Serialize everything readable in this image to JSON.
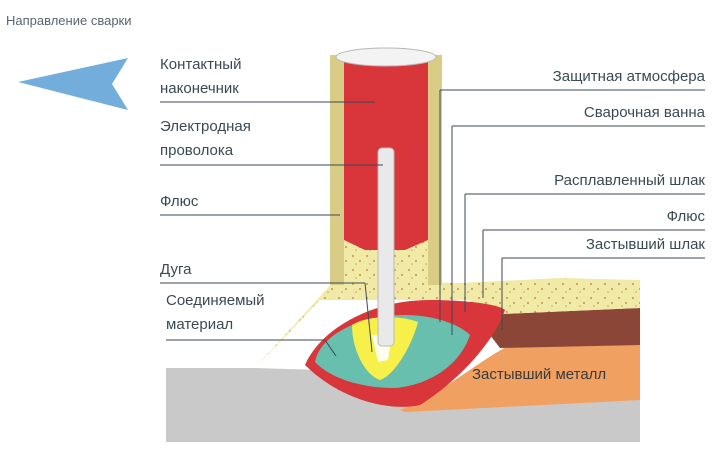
{
  "direction_label": "Направление сварки",
  "labels": {
    "contact_tip_line1": "Контактный",
    "contact_tip_line2": "наконечник",
    "electrode_line1": "Электродная",
    "electrode_line2": "проволока",
    "flux_left": "Флюс",
    "arc": "Дуга",
    "base_line1": "Соединяемый",
    "base_line2": "материал",
    "shield_atmosphere": "Защитная атмосфера",
    "weld_pool": "Сварочная ванна",
    "molten_slag": "Расплавленный шлак",
    "flux_right": "Флюс",
    "solid_slag": "Застывший шлак",
    "solid_metal": "Застывший металл"
  },
  "colors": {
    "flux": "#f1eaa6",
    "flux_dots": "#c9a35a",
    "molten": "#d8363a",
    "pool": "#68bfae",
    "arc": "#f7ef4a",
    "solid_metal": "#f0a060",
    "solid_slag": "#8c4638",
    "base": "#c9c9c9",
    "arrow": "#5b9fd6"
  }
}
